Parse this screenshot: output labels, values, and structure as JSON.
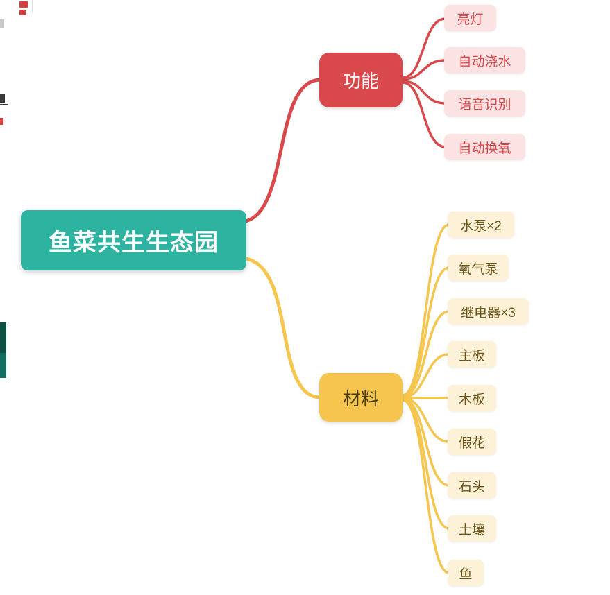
{
  "colors": {
    "teal": "#2db3a0",
    "red": "#d9484a",
    "pink_bg": "#fbe3e4",
    "yellow": "#f5c54e",
    "cream_bg": "#fdf2d7",
    "brown_text": "#6a5418",
    "branch_yellow_text": "#473a0e"
  },
  "mindmap": {
    "root": {
      "label": "鱼菜共生生态园"
    },
    "branches": [
      {
        "label": "功能",
        "children": [
          "亮灯",
          "自动浇水",
          "语音识别",
          "自动换氧"
        ]
      },
      {
        "label": "材料",
        "children": [
          "水泵×2",
          "氧气泵",
          "继电器×3",
          "主板",
          "木板",
          "假花",
          "石头",
          "土壤",
          "鱼"
        ]
      }
    ]
  },
  "artifacts": {
    "left_strip_top_color": "#0d5044",
    "left_strip_bottom_color": "#0f6e60",
    "red_fragment_color": "#d0403e",
    "gray_fragment_color": "#c9c9c9",
    "dark_fragment_color": "#3a3a3a"
  }
}
